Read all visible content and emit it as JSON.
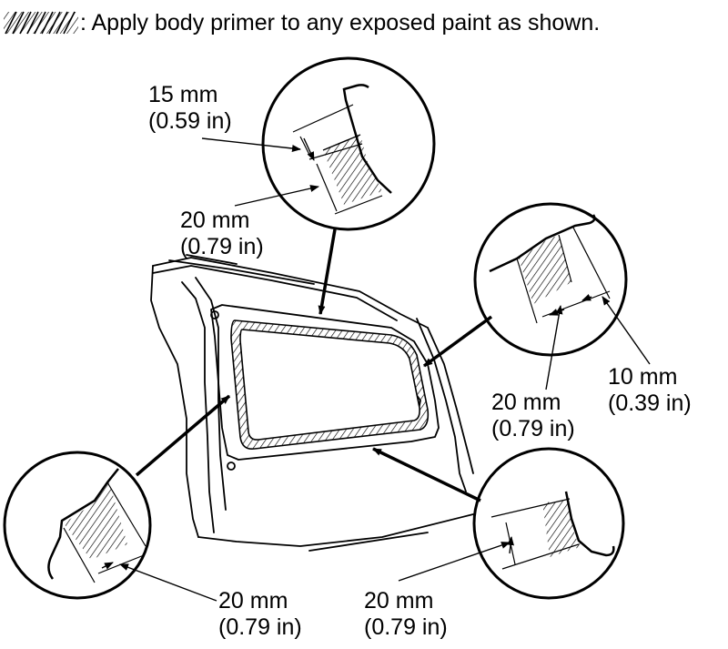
{
  "legend": {
    "text": ": Apply body primer to any exposed paint as shown.",
    "swatch_icon": "diagonal-hatch-swatch"
  },
  "callouts": {
    "top": {
      "mm": "15 mm",
      "inch": "(0.59 in)"
    },
    "top_lower": {
      "mm": "20 mm",
      "inch": "(0.79 in)"
    },
    "right_inner": {
      "mm": "20 mm",
      "inch": "(0.79 in)"
    },
    "right_outer": {
      "mm": "10 mm",
      "inch": "(0.39 in)"
    },
    "bottom_left": {
      "mm": "20 mm",
      "inch": "(0.79 in)"
    },
    "bottom_right": {
      "mm": "20 mm",
      "inch": "(0.79 in)"
    }
  },
  "colors": {
    "ink": "#000000",
    "paper": "#ffffff"
  }
}
